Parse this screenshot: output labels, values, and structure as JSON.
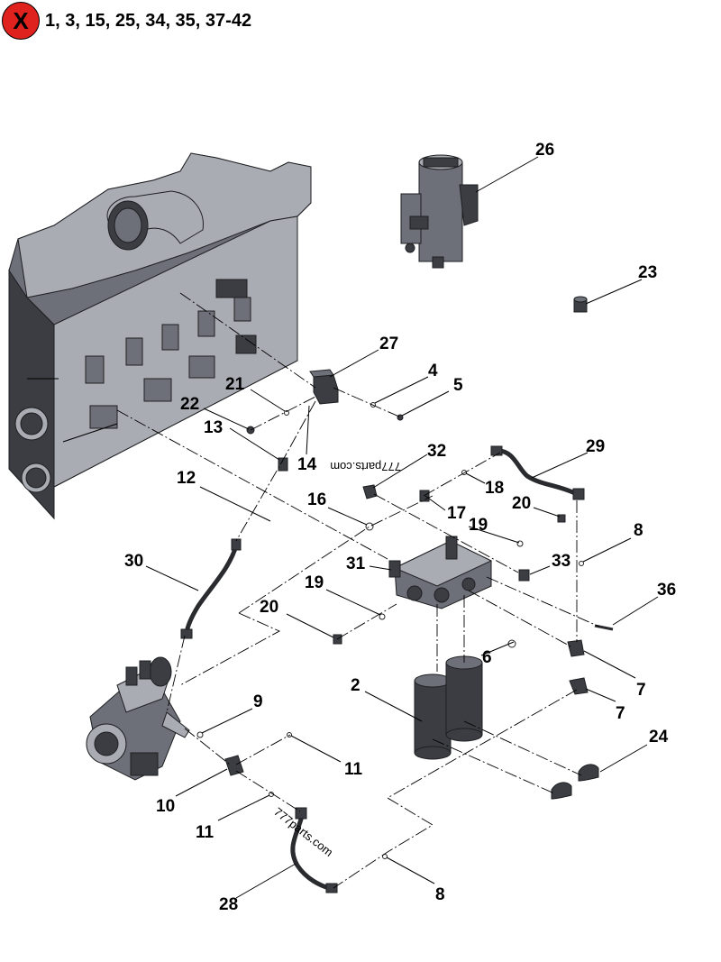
{
  "header": {
    "badge_symbol": "X",
    "note": "1, 3, 15, 25, 34, 35, 37-42",
    "badge_color": "#e0221e"
  },
  "watermarks": [
    "777parts.com",
    "777parts.com"
  ],
  "callouts": [
    {
      "id": "c26",
      "label": "26"
    },
    {
      "id": "c23",
      "label": "23"
    },
    {
      "id": "c27",
      "label": "27"
    },
    {
      "id": "c4",
      "label": "4"
    },
    {
      "id": "c5",
      "label": "5"
    },
    {
      "id": "c21",
      "label": "21"
    },
    {
      "id": "c22",
      "label": "22"
    },
    {
      "id": "c13",
      "label": "13"
    },
    {
      "id": "c14",
      "label": "14"
    },
    {
      "id": "c32",
      "label": "32"
    },
    {
      "id": "c29",
      "label": "29"
    },
    {
      "id": "c18",
      "label": "18"
    },
    {
      "id": "c12",
      "label": "12"
    },
    {
      "id": "c16",
      "label": "16"
    },
    {
      "id": "c17",
      "label": "17"
    },
    {
      "id": "c20a",
      "label": "20"
    },
    {
      "id": "c19a",
      "label": "19"
    },
    {
      "id": "c8a",
      "label": "8"
    },
    {
      "id": "c30",
      "label": "30"
    },
    {
      "id": "c31",
      "label": "31"
    },
    {
      "id": "c33",
      "label": "33"
    },
    {
      "id": "c19b",
      "label": "19"
    },
    {
      "id": "c36",
      "label": "36"
    },
    {
      "id": "c20b",
      "label": "20"
    },
    {
      "id": "c6",
      "label": "6"
    },
    {
      "id": "c7a",
      "label": "7"
    },
    {
      "id": "c2",
      "label": "2"
    },
    {
      "id": "c9",
      "label": "9"
    },
    {
      "id": "c7b",
      "label": "7"
    },
    {
      "id": "c24",
      "label": "24"
    },
    {
      "id": "c11a",
      "label": "11"
    },
    {
      "id": "c10",
      "label": "10"
    },
    {
      "id": "c11b",
      "label": "11"
    },
    {
      "id": "c28",
      "label": "28"
    },
    {
      "id": "c8b",
      "label": "8"
    }
  ]
}
